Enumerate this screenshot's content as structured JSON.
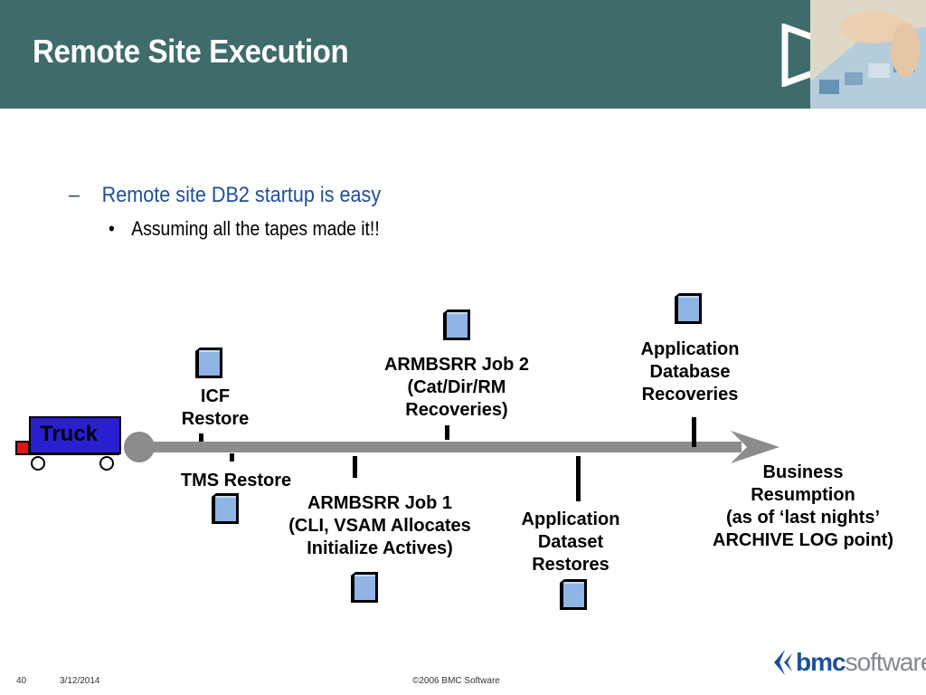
{
  "slide": {
    "title": "Remote Site Execution",
    "bullet_level1": "Remote site DB2 startup is easy",
    "bullet_level1_marker": "–",
    "bullet_level2": "Assuming all the tapes made it!!",
    "bullet_level2_marker": "•"
  },
  "diagram": {
    "truck_label": "Truck",
    "steps": {
      "icf_restore": [
        "ICF",
        "Restore"
      ],
      "tms_restore": [
        "TMS Restore"
      ],
      "armbsrr_job1": [
        "ARMBSRR Job 1",
        "(CLI, VSAM Allocates",
        "Initialize Actives)"
      ],
      "armbsrr_job2": [
        "ARMBSRR Job 2",
        "(Cat/Dir/RM",
        "Recoveries)"
      ],
      "app_dataset_restores": [
        "Application",
        "Dataset",
        "Restores"
      ],
      "app_db_recoveries": [
        "Application",
        "Database",
        "Recoveries"
      ],
      "business_resumption": [
        "Business",
        "Resumption",
        "(as of ‘last nights’",
        "ARCHIVE LOG point)"
      ]
    },
    "icon_name": "document-icon"
  },
  "footer": {
    "page_number": "40",
    "date": "3/12/2014",
    "copyright": "©2006 BMC Software",
    "logo_bold": "bmc",
    "logo_light": "software"
  },
  "colors": {
    "header_bg": "#3f6b6b",
    "title_text": "#ffffff",
    "bullet1_text": "#1f4f9a",
    "timeline": "#8c8c8c",
    "truck_body": "#2a1fd0",
    "truck_cab": "#e0121e",
    "document_fill": "#8fb4e6",
    "logo_blue": "#1a4f9c"
  }
}
